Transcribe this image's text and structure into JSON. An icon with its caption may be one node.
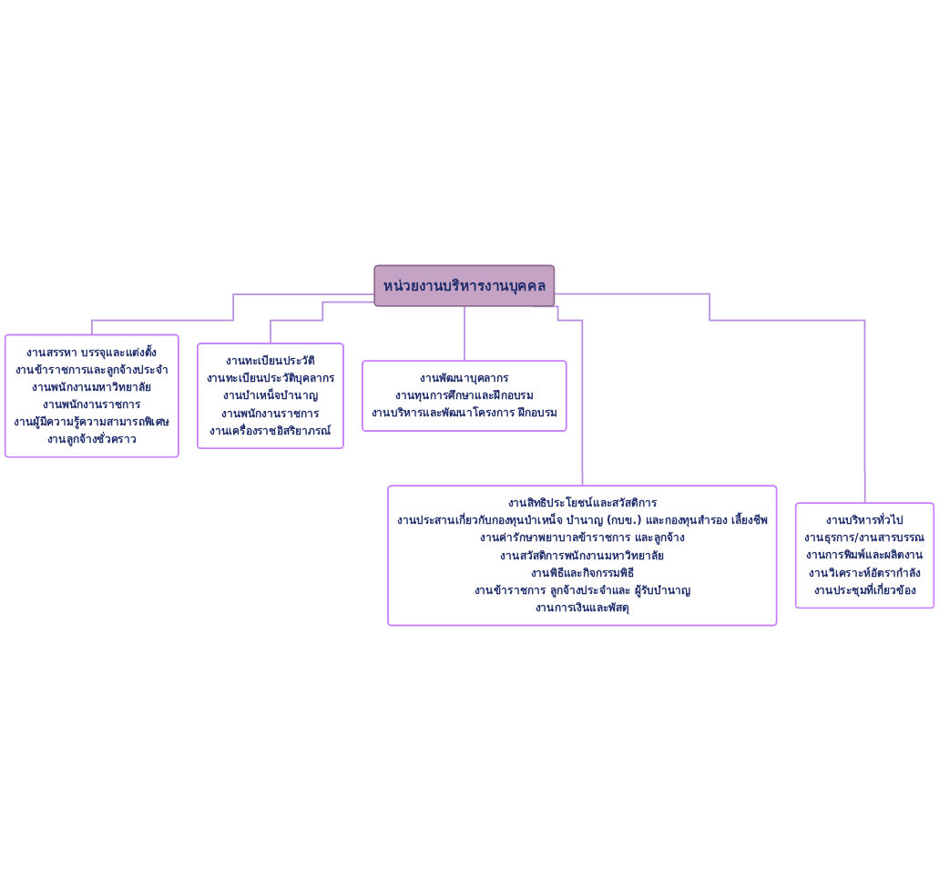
{
  "diagram": {
    "nodes": [
      {
        "text": [
          "หน่วยงานบริหารงานบุคคล"
        ]
      },
      {
        "text": [
          "งานสรรหา บรรจุและแต่งตั้ง",
          "งานข้าราชการและลูกจ้างประจำ",
          "งานพนักงานมหาวิทยาลัย",
          "งานพนักงานราชการ",
          "งานผู้มีความรู้ความสามารถพิเศษ",
          "งานลูกจ้างชั่วคราว"
        ]
      },
      {
        "text": [
          "งานทะเบียนประวัติ",
          "งานทะเบียนประวัติบุคลากร",
          "งานบำเหน็จบำนาญ",
          "งานพนักงานราชการ",
          "งานเครื่องราชอิสริยาภรณ์"
        ]
      },
      {
        "text": [
          "งานพัฒนาบุคลากร",
          "งานทุนการศึกษาและฝึกอบรม",
          "งานบริหารและพัฒนาโครงการ ฝึกอบรม"
        ]
      },
      {
        "text": [
          "งานสิทธิประโยชน์และสวัสดิการ",
          "งานประสานเกี่ยวกับกองทุนบำเหน็จ บำนาญ (กบข.) และกองทุนสำรอง เลี้ยงชีพ",
          "งานค่ารักษาพยาบาลข้าราชการ และลูกจ้าง",
          "งานสวัสดิการพนักงานมหาวิทยาลัย",
          "งานพิธีและกิจกรรมพิธี",
          "งานข้าราชการ ลูกจ้างประจำและ ผู้รับบำนาญ",
          "งานการเงินและพัสดุ"
        ]
      },
      {
        "text": [
          "งานบริหารทั่วไป",
          "งานธุรการ/งานสารบรรณ",
          "งานการพิมพ์และผลิตงาน",
          "งานวิเคราะห์อัตรากำลัง",
          "งานประชุมที่เกี่ยวข้อง"
        ]
      }
    ],
    "edges": [
      {
        "from": 0,
        "to": 1,
        "arrow": "none"
      },
      {
        "from": 0,
        "to": 2,
        "arrow": "none"
      },
      {
        "from": 0,
        "to": 3,
        "arrow": "none"
      },
      {
        "from": 0,
        "to": 4,
        "arrow": "none"
      },
      {
        "from": 0,
        "to": 5,
        "arrow": "none"
      }
    ]
  }
}
